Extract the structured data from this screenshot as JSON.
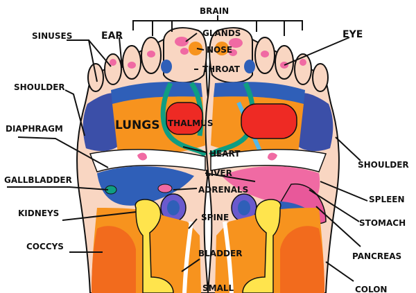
{
  "diagram": {
    "brain": "Brain",
    "glands": "Glands",
    "nose": "Nose",
    "throat": "Throat",
    "ear": "Ear",
    "eye": "Eye",
    "sinuses": "Sinuses",
    "shoulder_left": "Shoulder",
    "shoulder_right": "Shoulder",
    "lungs": "Lungs",
    "thalmus": "Thalmus",
    "diaphragm": "Diaphragm",
    "heart": "Heart",
    "liver": "Liver",
    "gallbladder": "Gallbladder",
    "adrenals": "Adrenals",
    "spleen": "Spleen",
    "kidneys": "kidneys",
    "spine": "Spine",
    "stomach": "Stomach",
    "coccys": "Coccys",
    "bladder": "Bladder",
    "pancreas": "Pancreas",
    "small": "Small",
    "colon": "Colon"
  },
  "colors": {
    "outline": "#111111",
    "skin": "#f9d6c2",
    "pink": "#f06aa3",
    "blue": "#2f5fb8",
    "dark_blue": "#3b4fa8",
    "orange": "#f7931e",
    "dark_orange": "#f26b1d",
    "yellow": "#ffe44d",
    "green": "#0f9d82",
    "red": "#ee2a24",
    "purple": "#6a5acd",
    "light_blue": "#55b8e8"
  }
}
